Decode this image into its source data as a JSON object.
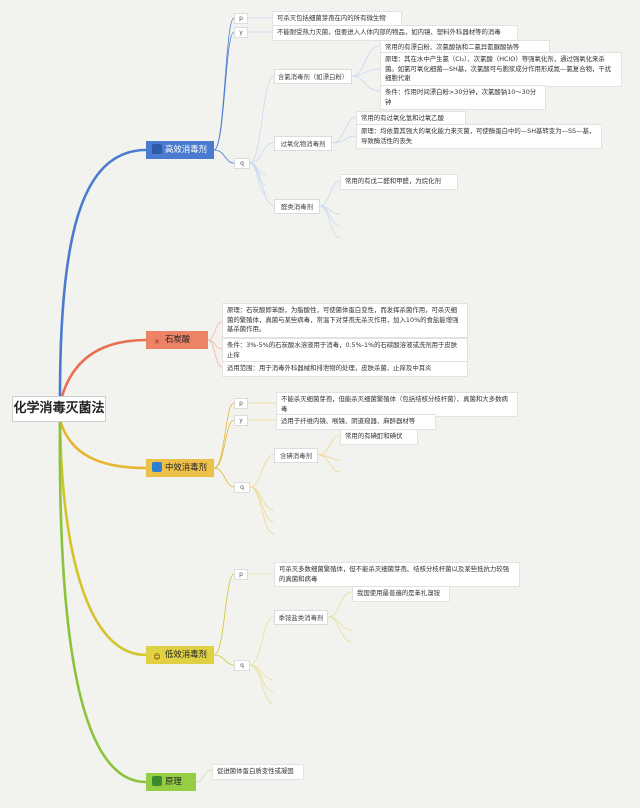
{
  "root": "化学消毒灭菌法",
  "branches": {
    "b1": {
      "label": "高效消毒剂",
      "color": "#4a7bd0",
      "bg": "#4a7bd0",
      "icon": "square-icon"
    },
    "b2": {
      "label": "石炭酸",
      "color": "#e8704f",
      "bg": "#ec8366",
      "icon": "tools-icon"
    },
    "b3": {
      "label": "中效消毒剂",
      "color": "#e8b531",
      "bg": "#edc04a",
      "icon": "flag-icon"
    },
    "b4": {
      "label": "低效消毒剂",
      "color": "#d4c42a",
      "bg": "#dfd044",
      "icon": "emoji-icon"
    },
    "b5": {
      "label": "原理",
      "color": "#8ac43a",
      "bg": "#95cd45",
      "icon": "tree-icon"
    }
  },
  "b1": {
    "p": "p",
    "p_text": "可杀灭包括细菌芽孢在内的所有微生物",
    "y": "y",
    "y_text": "不能耐受热力灭菌，但要进入人体内部的物品，如内镜、塑料外科器材等的消毒",
    "q": "q",
    "chlorine": "含氯消毒剂（如漂白粉）",
    "chlorine_items": [
      "常用的有漂白粉、次氯酸钠和二氯异氰脲酸钠等",
      "原理：其在水中产生氯（Cl₂）、次氯酸（HClO）等强氧化剂，通过强氧化来杀菌。如氯可氧化细菌—SH基，次氯酸可与胞浆成分作用形成氮—氯复合物，干扰细胞代谢",
      "条件：作用时间漂白粉>30分钟，次氯酸钠10～30分钟"
    ],
    "peroxide": "过氧化物消毒剂",
    "peroxide_items": [
      "常用的有过氧化氢和过氧乙酸",
      "原理：均依靠其强大的氧化能力来灭菌，可使酶蛋白中的—SH基转变为—SS—基，导致酶活性的丧失"
    ],
    "aldehyde": "醛类消毒剂",
    "aldehyde_items": [
      "常用的有戊二醛和甲醛，为烷化剂"
    ]
  },
  "b2": {
    "items": [
      "原理：石炭酸即苯酚，为脂酸性，可使菌体蛋白变性，而发挥杀菌作用，可杀灭细菌的繁殖体，真菌与某些病毒，常温下对芽孢无杀灭作用，加入10%的食盐能增强基杀菌作用。",
      "条件：3%-5%的石炭酸水溶液用于消毒，0.5%-1%的石碳酸溶液或洗剂用于皮肤止痒",
      "适用范围：用于消毒外科器械和排泄物的处理，皮肤杀菌、止痒及中耳炎"
    ]
  },
  "b3": {
    "p": "p",
    "p_text": "不能杀灭细菌芽孢，但能杀灭细菌繁殖体（包括结核分枝杆菌）、真菌和大多数病毒",
    "y": "y",
    "y_text": "适用于纤维内镜、喉镜、阴道窥器、麻醉器材等",
    "q": "q",
    "iodine": "含碘消毒剂",
    "iodine_items": [
      "常用的有碘酊和碘伏"
    ]
  },
  "b4": {
    "p": "p",
    "p_text": "可杀灭多数细菌繁殖体，但不能杀灭细菌芽孢、结核分枝杆菌以及某些抵抗力较强的真菌和病毒",
    "q": "q",
    "quat": "季铵盐类消毒剂",
    "quat_items": [
      "我国使用最普遍的是苯扎溴铵"
    ]
  },
  "b5": {
    "items": [
      "促进菌体蛋白质变性或凝固"
    ]
  }
}
